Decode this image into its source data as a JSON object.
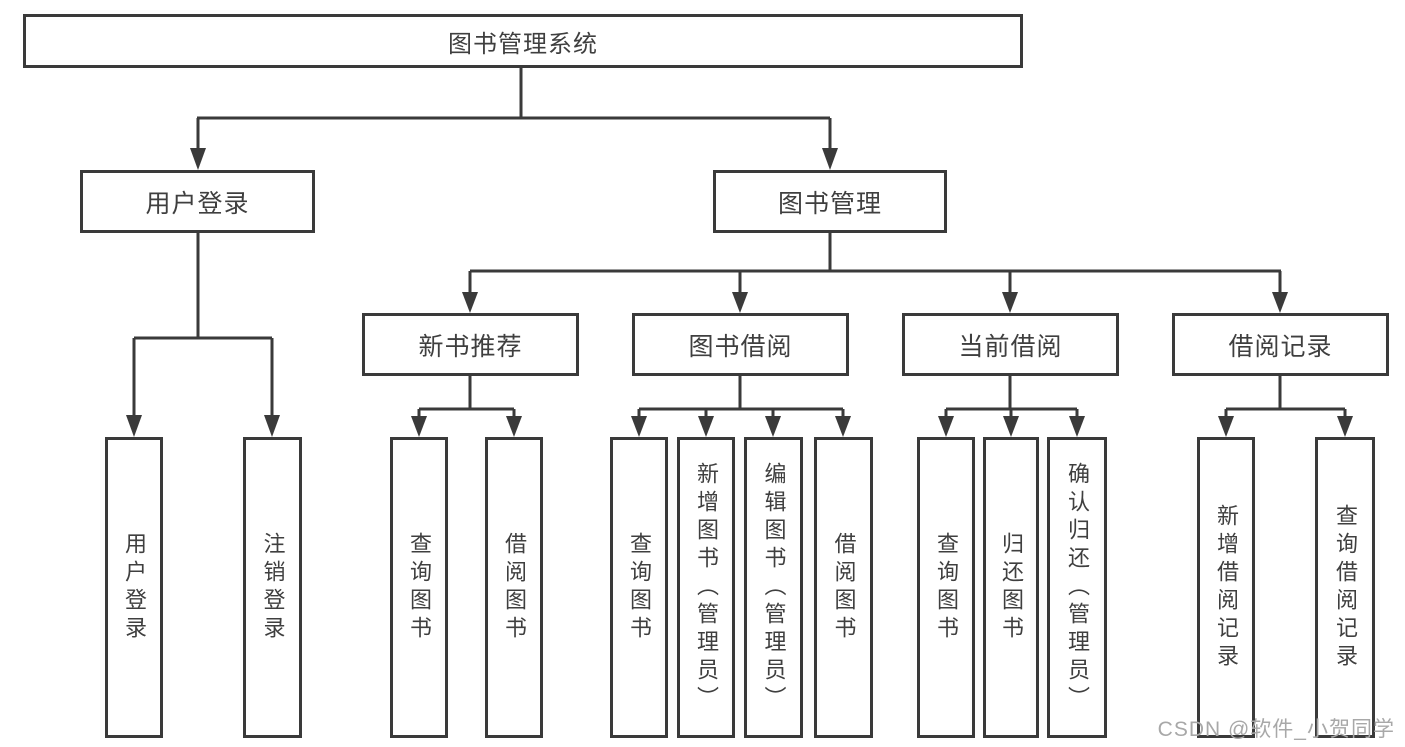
{
  "diagram": {
    "root": {
      "label": "图书管理系统"
    },
    "branches": [
      {
        "label": "用户登录",
        "leaves": [
          {
            "label": "用户登录"
          },
          {
            "label": "注销登录"
          }
        ]
      },
      {
        "label": "图书管理",
        "sections": [
          {
            "label": "新书推荐",
            "leaves": [
              {
                "label": "查询图书"
              },
              {
                "label": "借阅图书"
              }
            ]
          },
          {
            "label": "图书借阅",
            "leaves": [
              {
                "label": "查询图书"
              },
              {
                "label": "新增图书（管理员）"
              },
              {
                "label": "编辑图书（管理员）"
              },
              {
                "label": "借阅图书"
              }
            ]
          },
          {
            "label": "当前借阅",
            "leaves": [
              {
                "label": "查询图书"
              },
              {
                "label": "归还图书"
              },
              {
                "label": "确认归还（管理员）"
              }
            ]
          },
          {
            "label": "借阅记录",
            "leaves": [
              {
                "label": "新增借阅记录"
              },
              {
                "label": "查询借阅记录"
              }
            ]
          }
        ]
      }
    ]
  },
  "watermark": {
    "label": "CSDN @软件_小贺同学"
  },
  "colors": {
    "line": "#3a3a3a",
    "box_border": "#3a3a3a",
    "text": "#3f3f3f",
    "watermark": "#a8a8a8",
    "background": "#ffffff"
  }
}
